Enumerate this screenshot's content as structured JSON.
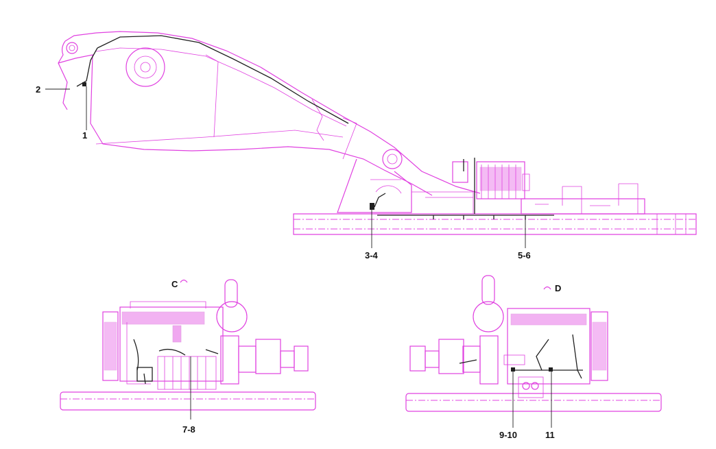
{
  "colors": {
    "outline": "#e040e0",
    "cable": "#202020",
    "background": "#ffffff"
  },
  "callouts": {
    "c1": "1",
    "c2": "2",
    "c3_4": "3-4",
    "c5_6": "5-6",
    "c7_8": "7-8",
    "c9_10": "9-10",
    "c11": "11"
  },
  "views": {
    "c": "C",
    "d": "D"
  }
}
